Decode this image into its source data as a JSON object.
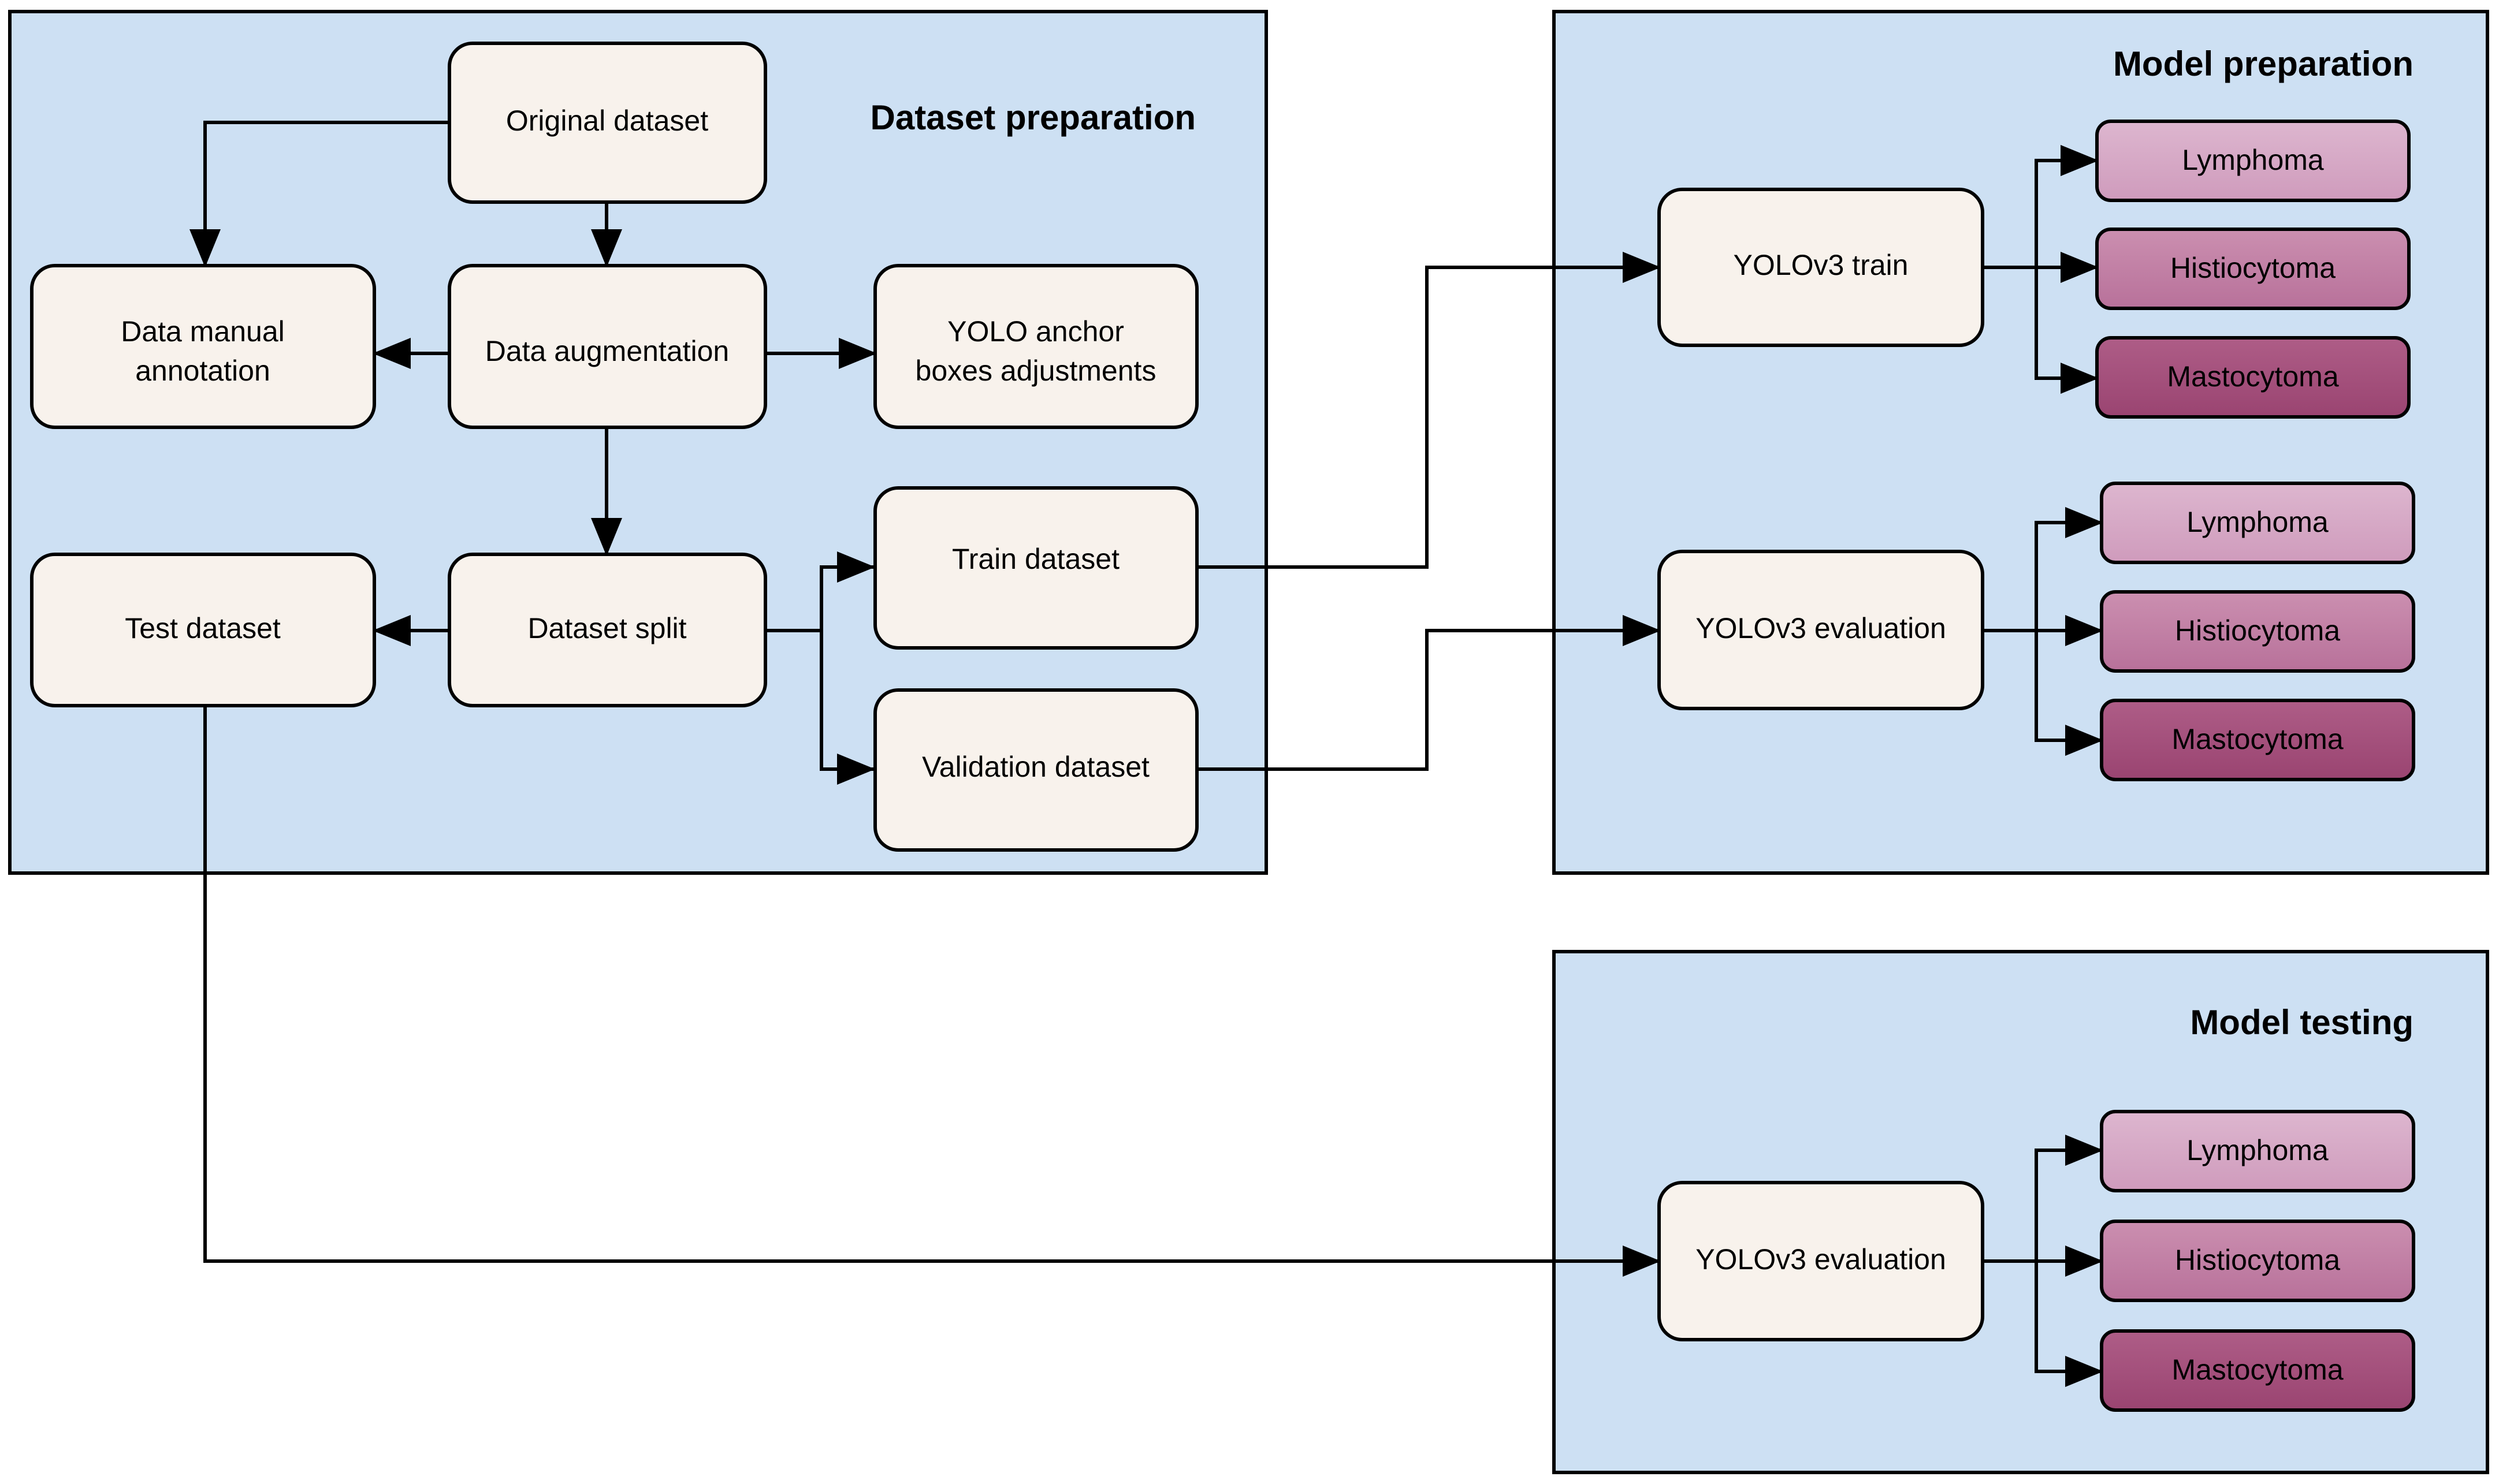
{
  "diagram": {
    "title_hidden": "",
    "colors": {
      "panel_background": "#cde0f3",
      "panel_border": "#000000",
      "process_box_fill": "#f8f2ec",
      "process_box_border": "#000000",
      "connector": "#000000",
      "lymphoma": "#d5a7c4",
      "histiocytoma": "#c17ea4",
      "mastocytoma": "#a4507b"
    },
    "panels": [
      {
        "id": "dataset-preparation",
        "title": "Dataset preparation",
        "nodes": [
          {
            "id": "original-dataset",
            "label": "Original dataset"
          },
          {
            "id": "data-manual-annotation",
            "label": "Data manual\nannotation",
            "line1": "Data manual",
            "line2": "annotation"
          },
          {
            "id": "data-augmentation",
            "label": "Data augmentation"
          },
          {
            "id": "yolo-anchor-boxes-adjustments",
            "label": "YOLO anchor\nboxes adjustments",
            "line1": "YOLO anchor",
            "line2": "boxes adjustments"
          },
          {
            "id": "test-dataset",
            "label": "Test dataset"
          },
          {
            "id": "dataset-split",
            "label": "Dataset split"
          },
          {
            "id": "train-dataset",
            "label": "Train dataset"
          },
          {
            "id": "validation-dataset",
            "label": "Validation dataset"
          }
        ]
      },
      {
        "id": "model-preparation",
        "title": "Model preparation",
        "nodes": [
          {
            "id": "yolov3-train",
            "label": "YOLOv3 train"
          },
          {
            "id": "yolov3-evaluation",
            "label": "YOLOv3 evaluation"
          }
        ],
        "class_groups": [
          {
            "id": "train-outputs",
            "classes": [
              {
                "id": "lymphoma",
                "label": "Lymphoma"
              },
              {
                "id": "histiocytoma",
                "label": "Histiocytoma"
              },
              {
                "id": "mastocytoma",
                "label": "Mastocytoma"
              }
            ]
          },
          {
            "id": "eval-outputs",
            "classes": [
              {
                "id": "lymphoma",
                "label": "Lymphoma"
              },
              {
                "id": "histiocytoma",
                "label": "Histiocytoma"
              },
              {
                "id": "mastocytoma",
                "label": "Mastocytoma"
              }
            ]
          }
        ]
      },
      {
        "id": "model-testing",
        "title": "Model testing",
        "nodes": [
          {
            "id": "yolov3-evaluation-test",
            "label": "YOLOv3 evaluation"
          }
        ],
        "class_groups": [
          {
            "id": "test-outputs",
            "classes": [
              {
                "id": "lymphoma",
                "label": "Lymphoma"
              },
              {
                "id": "histiocytoma",
                "label": "Histiocytoma"
              },
              {
                "id": "mastocytoma",
                "label": "Mastocytoma"
              }
            ]
          }
        ]
      }
    ]
  }
}
